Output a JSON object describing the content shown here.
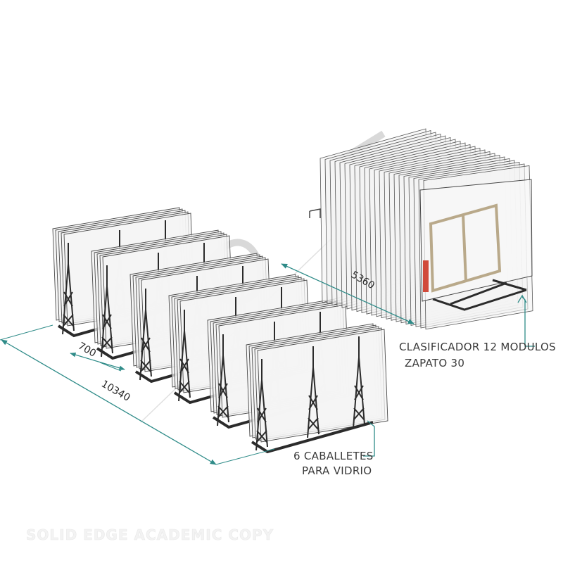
{
  "dimensions": {
    "total_length": "10340",
    "spacing": "700",
    "sorter_length": "5360"
  },
  "callouts": {
    "sorter_line1": "CLASIFICADOR 12 MODULOS",
    "sorter_line2": "ZAPATO 30",
    "easel_line1": "6 CABALLETES",
    "easel_line2": "PARA VIDRIO"
  },
  "watermark": {
    "footer": "SOLID EDGE ACADEMIC COPY"
  },
  "colors": {
    "dimension_line": "#2e8b88",
    "glass_fill": "#f4f4f4",
    "glass_edge": "#4a4a4a",
    "frame_dark": "#2b2b2b",
    "sorter_frame": "#b9a98a",
    "red_accent": "#d14a3a"
  }
}
